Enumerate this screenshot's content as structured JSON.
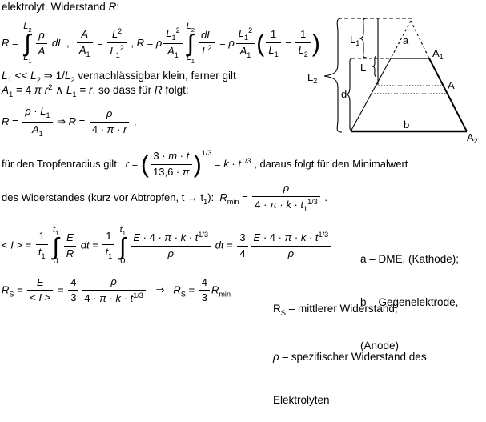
{
  "colors": {
    "ink": "#000000",
    "paper": "#ffffff"
  },
  "title": [
    {
      "x": "elektrolyt. Widerstand "
    },
    {
      "x": "R",
      "c": "i"
    },
    {
      "x": ":"
    }
  ],
  "formulas": {
    "row1": [
      {
        "x": "R",
        "c": "i"
      },
      {
        "x": " = "
      },
      {
        "intg": {
          "sym": "∫",
          "up": [
            {
              "x": "L",
              "c": "i"
            },
            {
              "x": "2",
              "c": "sub"
            }
          ],
          "lo": [
            {
              "x": "L",
              "c": "i"
            },
            {
              "x": "1",
              "c": "sub"
            }
          ]
        }
      },
      {
        "frac": {
          "num": [
            {
              "x": "ρ",
              "c": "i"
            }
          ],
          "den": [
            {
              "x": "A",
              "c": "i"
            }
          ]
        }
      },
      {
        "x": " "
      },
      {
        "x": "dL",
        "c": "i"
      },
      {
        "x": " ,  "
      },
      {
        "frac": {
          "num": [
            {
              "x": "A",
              "c": "i"
            }
          ],
          "den": [
            {
              "x": "A",
              "c": "i"
            },
            {
              "x": "1",
              "c": "sub"
            }
          ]
        }
      },
      {
        "x": " = "
      },
      {
        "frac": {
          "num": [
            {
              "x": "L",
              "c": "i"
            },
            {
              "x": "2",
              "c": "sup"
            }
          ],
          "den": [
            {
              "x": "L",
              "c": "i"
            },
            {
              "x": "1",
              "c": "sub"
            },
            {
              "x": "2",
              "c": "sup"
            }
          ]
        }
      },
      {
        "x": " , "
      },
      {
        "x": "R",
        "c": "i"
      },
      {
        "x": " = "
      },
      {
        "x": "ρ",
        "c": "i"
      },
      {
        "frac": {
          "num": [
            {
              "x": "L",
              "c": "i"
            },
            {
              "x": "1",
              "c": "sub"
            },
            {
              "x": "2",
              "c": "sup"
            }
          ],
          "den": [
            {
              "x": "A",
              "c": "i"
            },
            {
              "x": "1",
              "c": "sub"
            }
          ]
        }
      },
      {
        "intg": {
          "sym": "∫",
          "up": [
            {
              "x": "L",
              "c": "i"
            },
            {
              "x": "2",
              "c": "sub"
            }
          ],
          "lo": [
            {
              "x": "L",
              "c": "i"
            },
            {
              "x": "1",
              "c": "sub"
            }
          ]
        }
      },
      {
        "frac": {
          "num": [
            {
              "x": "dL",
              "c": "i"
            }
          ],
          "den": [
            {
              "x": "L",
              "c": "i"
            },
            {
              "x": "2",
              "c": "sup"
            }
          ]
        }
      },
      {
        "x": " = "
      },
      {
        "x": "ρ",
        "c": "i"
      },
      {
        "frac": {
          "num": [
            {
              "x": "L",
              "c": "i"
            },
            {
              "x": "1",
              "c": "sub"
            },
            {
              "x": "2",
              "c": "sup"
            }
          ],
          "den": [
            {
              "x": "A",
              "c": "i"
            },
            {
              "x": "1",
              "c": "sub"
            }
          ]
        }
      },
      {
        "big": "("
      },
      {
        "frac": {
          "num": [
            {
              "x": "1"
            }
          ],
          "den": [
            {
              "x": "L",
              "c": "i"
            },
            {
              "x": "1",
              "c": "sub"
            }
          ]
        }
      },
      {
        "x": " − "
      },
      {
        "frac": {
          "num": [
            {
              "x": "1"
            }
          ],
          "den": [
            {
              "x": "L",
              "c": "i"
            },
            {
              "x": "2",
              "c": "sub"
            }
          ]
        }
      },
      {
        "big": ")"
      }
    ],
    "row3": [
      {
        "x": "L",
        "c": "i"
      },
      {
        "x": "1",
        "c": "sub"
      },
      {
        "x": " << "
      },
      {
        "x": "L",
        "c": "i"
      },
      {
        "x": "2",
        "c": "sub"
      },
      {
        "x": " ⇒ 1/"
      },
      {
        "x": "L",
        "c": "i"
      },
      {
        "x": "2",
        "c": "sub"
      },
      {
        "x": " vernachlässigbar klein, ferner gilt"
      }
    ],
    "row4": [
      {
        "x": "A",
        "c": "i"
      },
      {
        "x": "1",
        "c": "sub"
      },
      {
        "x": " = 4 "
      },
      {
        "x": "π",
        "c": "i"
      },
      {
        "x": " "
      },
      {
        "x": "r",
        "c": "i"
      },
      {
        "x": "2",
        "c": "sup"
      },
      {
        "x": " ∧ "
      },
      {
        "x": "L",
        "c": "i"
      },
      {
        "x": "1",
        "c": "sub"
      },
      {
        "x": " = "
      },
      {
        "x": "r",
        "c": "i"
      },
      {
        "x": ", so dass für "
      },
      {
        "x": "R",
        "c": "i"
      },
      {
        "x": " folgt:"
      }
    ],
    "row5": [
      {
        "x": "R",
        "c": "i"
      },
      {
        "x": " = "
      },
      {
        "frac": {
          "num": [
            {
              "x": "ρ",
              "c": "i"
            },
            {
              "x": " · "
            },
            {
              "x": "L",
              "c": "i"
            },
            {
              "x": "1",
              "c": "sub"
            }
          ],
          "den": [
            {
              "x": "A",
              "c": "i"
            },
            {
              "x": "1",
              "c": "sub"
            }
          ]
        }
      },
      {
        "x": " ⇒ "
      },
      {
        "x": "R",
        "c": "i"
      },
      {
        "x": " = "
      },
      {
        "frac": {
          "num": [
            {
              "x": "ρ",
              "c": "i"
            }
          ],
          "den": [
            {
              "x": "4 · "
            },
            {
              "x": "π",
              "c": "i"
            },
            {
              "x": " · "
            },
            {
              "x": "r",
              "c": "i"
            }
          ]
        }
      },
      {
        "x": " ,"
      }
    ],
    "row6": [
      {
        "x": "für den Tropfenradius gilt:  "
      },
      {
        "x": "r",
        "c": "i"
      },
      {
        "x": " = "
      },
      {
        "big": "("
      },
      {
        "frac": {
          "num": [
            {
              "x": "3 · "
            },
            {
              "x": "m",
              "c": "i"
            },
            {
              "x": " · "
            },
            {
              "x": "t",
              "c": "i"
            }
          ],
          "den": [
            {
              "x": "13,6 · "
            },
            {
              "x": "π",
              "c": "i"
            }
          ]
        }
      },
      {
        "big": ")"
      },
      {
        "x": "1/3",
        "c": "sup2"
      },
      {
        "x": " = "
      },
      {
        "x": "k",
        "c": "i"
      },
      {
        "x": " · "
      },
      {
        "x": "t",
        "c": "i"
      },
      {
        "x": "1/3",
        "c": "sup"
      },
      {
        "x": " , daraus folgt für den Minimalwert"
      }
    ],
    "row7": [
      {
        "x": "des Widerstandes (kurz vor Abtropfen, t "
      },
      {
        "x": "→",
        "c": "b"
      },
      {
        "x": " t"
      },
      {
        "x": "1",
        "c": "sub"
      },
      {
        "x": "):  "
      },
      {
        "x": "R",
        "c": "i"
      },
      {
        "x": "min",
        "c": "sub"
      },
      {
        "x": " = "
      },
      {
        "frac": {
          "num": [
            {
              "x": "ρ",
              "c": "i"
            }
          ],
          "den": [
            {
              "x": "4 · "
            },
            {
              "x": "π",
              "c": "i"
            },
            {
              "x": " · "
            },
            {
              "x": "k",
              "c": "i"
            },
            {
              "x": " · "
            },
            {
              "x": "t",
              "c": "i"
            },
            {
              "x": "1",
              "c": "sub"
            },
            {
              "x": "1/3",
              "c": "sup"
            }
          ]
        }
      },
      {
        "x": " ."
      }
    ],
    "row8": [
      {
        "x": "< "
      },
      {
        "x": "I",
        "c": "i"
      },
      {
        "x": " > = "
      },
      {
        "frac": {
          "num": [
            {
              "x": "1"
            }
          ],
          "den": [
            {
              "x": "t",
              "c": "i"
            },
            {
              "x": "1",
              "c": "sub"
            }
          ]
        }
      },
      {
        "intg": {
          "sym": "∫",
          "up": [
            {
              "x": "t",
              "c": "i"
            },
            {
              "x": "1",
              "c": "sub"
            }
          ],
          "lo": [
            {
              "x": "0"
            }
          ]
        }
      },
      {
        "frac": {
          "num": [
            {
              "x": "E",
              "c": "i"
            }
          ],
          "den": [
            {
              "x": "R",
              "c": "i"
            }
          ]
        }
      },
      {
        "x": " "
      },
      {
        "x": "dt",
        "c": "i"
      },
      {
        "x": " = "
      },
      {
        "frac": {
          "num": [
            {
              "x": "1"
            }
          ],
          "den": [
            {
              "x": "t",
              "c": "i"
            },
            {
              "x": "1",
              "c": "sub"
            }
          ]
        }
      },
      {
        "intg": {
          "sym": "∫",
          "up": [
            {
              "x": "t",
              "c": "i"
            },
            {
              "x": "1",
              "c": "sub"
            }
          ],
          "lo": [
            {
              "x": "0"
            }
          ]
        }
      },
      {
        "frac": {
          "num": [
            {
              "x": "E",
              "c": "i"
            },
            {
              "x": " · 4 · "
            },
            {
              "x": "π",
              "c": "i"
            },
            {
              "x": " · "
            },
            {
              "x": "k",
              "c": "i"
            },
            {
              "x": " · "
            },
            {
              "x": "t",
              "c": "i"
            },
            {
              "x": "1/3",
              "c": "sup"
            }
          ],
          "den": [
            {
              "x": "ρ",
              "c": "i"
            }
          ]
        }
      },
      {
        "x": " "
      },
      {
        "x": "dt",
        "c": "i"
      },
      {
        "x": " = "
      },
      {
        "frac": {
          "num": [
            {
              "x": "3"
            }
          ],
          "den": [
            {
              "x": "4"
            }
          ]
        }
      },
      {
        "frac": {
          "num": [
            {
              "x": "E",
              "c": "i"
            },
            {
              "x": " · 4 · "
            },
            {
              "x": "π",
              "c": "i"
            },
            {
              "x": " · "
            },
            {
              "x": "k",
              "c": "i"
            },
            {
              "x": " · "
            },
            {
              "x": "t",
              "c": "i"
            },
            {
              "x": "1/3",
              "c": "sup"
            }
          ],
          "den": [
            {
              "x": "ρ",
              "c": "i"
            }
          ]
        }
      }
    ],
    "row9": [
      {
        "x": "R",
        "c": "i"
      },
      {
        "x": "S",
        "c": "sub"
      },
      {
        "x": " = "
      },
      {
        "frac": {
          "num": [
            {
              "x": "E",
              "c": "i"
            }
          ],
          "den": [
            {
              "x": "< "
            },
            {
              "x": "I",
              "c": "i"
            },
            {
              "x": " >"
            }
          ]
        }
      },
      {
        "x": " = "
      },
      {
        "frac": {
          "num": [
            {
              "x": "4"
            }
          ],
          "den": [
            {
              "x": "3"
            }
          ]
        }
      },
      {
        "frac": {
          "num": [
            {
              "x": "ρ",
              "c": "i"
            }
          ],
          "den": [
            {
              "x": "4 · "
            },
            {
              "x": "π",
              "c": "i"
            },
            {
              "x": " · "
            },
            {
              "x": "k",
              "c": "i"
            },
            {
              "x": " · "
            },
            {
              "x": "t",
              "c": "i"
            },
            {
              "x": "1/3",
              "c": "sup"
            }
          ]
        }
      },
      {
        "x": "   ⇒   "
      },
      {
        "x": "R",
        "c": "i"
      },
      {
        "x": "S",
        "c": "sub"
      },
      {
        "x": " = "
      },
      {
        "frac": {
          "num": [
            {
              "x": "4"
            }
          ],
          "den": [
            {
              "x": "3"
            }
          ]
        }
      },
      {
        "x": "R",
        "c": "i"
      },
      {
        "x": "min",
        "c": "sub"
      }
    ]
  },
  "legend_electrodes": {
    "line1": [
      {
        "x": "a – DME, (Kathode);"
      }
    ],
    "line2": [
      {
        "x": "b – Gegenelektrode,"
      }
    ],
    "line3": [
      {
        "x": "(Anode)"
      }
    ]
  },
  "legend_symbols": {
    "line1": [
      {
        "x": "R"
      },
      {
        "x": "S",
        "c": "sub"
      },
      {
        "x": " – mittlerer Widerstand,"
      }
    ],
    "line2": [
      {
        "x": "ρ",
        "c": "i"
      },
      {
        "x": " – spezifischer Widerstand des"
      }
    ],
    "line3": [
      {
        "x": "Elektrolyten"
      }
    ]
  },
  "diagram": {
    "labels": {
      "L2": {
        "main": "L",
        "sub": "2"
      },
      "L1": {
        "main": "L",
        "sub": "1"
      },
      "L": {
        "main": "L"
      },
      "d": {
        "main": "d"
      },
      "a": {
        "main": "a"
      },
      "b": {
        "main": "b"
      },
      "A1": {
        "main": "A",
        "sub": "1"
      },
      "A": {
        "main": "A"
      },
      "A2": {
        "main": "A",
        "sub": "2"
      }
    }
  }
}
